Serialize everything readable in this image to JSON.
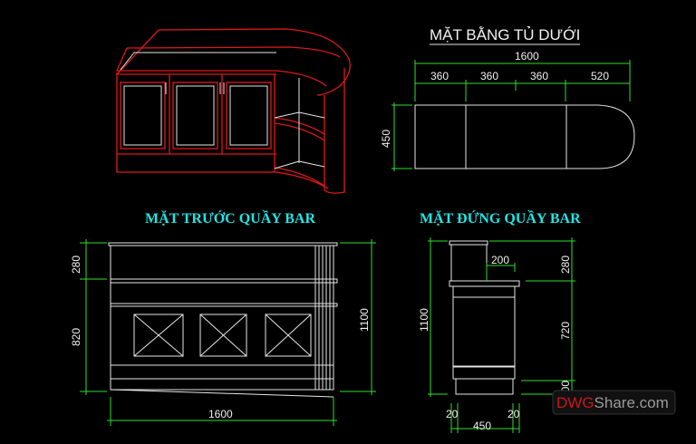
{
  "plan": {
    "title": "MẶT BẰNG TỦ DƯỚI",
    "overall": "1600",
    "segments": [
      "360",
      "360",
      "360",
      "520"
    ],
    "depth": "450"
  },
  "front": {
    "title": "MẶT TRƯỚC QUẦY BAR",
    "top_height": "280",
    "lower_height": "820",
    "total_height": "1100",
    "width": "1600"
  },
  "side": {
    "title": "MẶT ĐỨNG QUẦY BAR",
    "total_height": "1100",
    "top_height": "280",
    "mid_height": "720",
    "base_height": "100",
    "overhang": "200",
    "left_inset": "20",
    "right_inset": "20",
    "depth": "450"
  },
  "watermark": {
    "brand_red": "DWG",
    "brand_rest": "Share.com"
  },
  "colors": {
    "background": "#000000",
    "dimension": "#2ee02e",
    "outline": "#e6e6e6",
    "perspective": "#e01818",
    "title_cyan": "#1fe6e6"
  }
}
